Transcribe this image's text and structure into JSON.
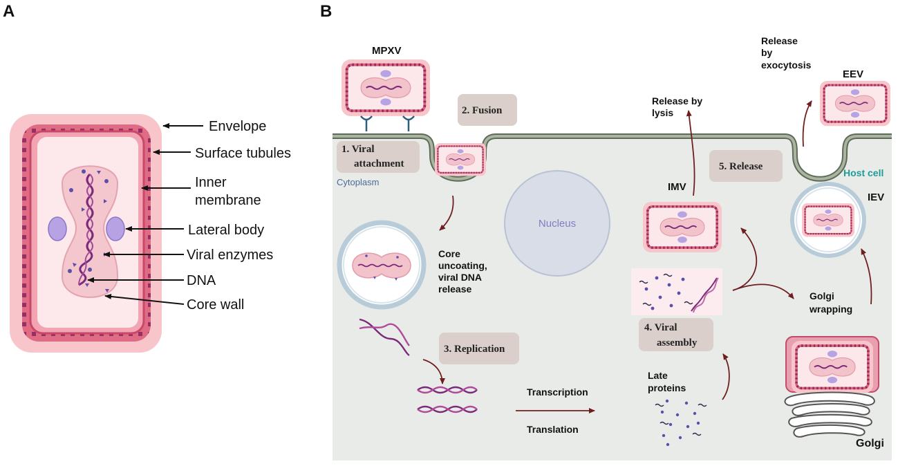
{
  "panelA": {
    "letter": "A",
    "labels": {
      "envelope": "Envelope",
      "surface_tubules": "Surface tubules",
      "inner_line1": "Inner",
      "inner_line2": "membrane",
      "lateral_body": "Lateral body",
      "viral_enzymes": "Viral enzymes",
      "dna": "DNA",
      "core_wall": "Core wall"
    }
  },
  "panelB": {
    "letter": "B",
    "mpxv": "MPXV",
    "cytoplasm": "Cytoplasm",
    "host_cell": "Host cell",
    "nucleus": "Nucleus",
    "steps": {
      "s1_line1": "1.  Viral",
      "s1_line2": "attachment",
      "s2": "2. Fusion",
      "s3": "3. Replication",
      "s4_line1": "4. Viral",
      "s4_line2": "assembly",
      "s5": "5. Release"
    },
    "core_uncoating": [
      "Core",
      "uncoating,",
      "viral DNA",
      "release"
    ],
    "transcription": "Transcription",
    "translation": "Translation",
    "late_proteins": [
      "Late",
      "proteins"
    ],
    "imv": "IMV",
    "iev": "IEV",
    "eev": "EEV",
    "golgi": "Golgi",
    "golgi_wrapping": [
      "Golgi",
      "wrapping"
    ],
    "release_lysis": [
      "Release by",
      "lysis"
    ],
    "release_exocytosis": [
      "Release",
      "by",
      "exocytosis"
    ]
  },
  "colors": {
    "envelope": "#f8c5cb",
    "membrane": "#d9627a",
    "tubule": "#8e2a5e",
    "core": "#f3c3cb",
    "lateral_body": "#b7a3e3",
    "dna": "#7a2a7a",
    "cell_fill": "#e9ebe8",
    "cell_border": "#7f8c78",
    "step_box": "#dacfcb",
    "arrow": "#6e1e1e",
    "nucleus": "#d9dde7"
  }
}
